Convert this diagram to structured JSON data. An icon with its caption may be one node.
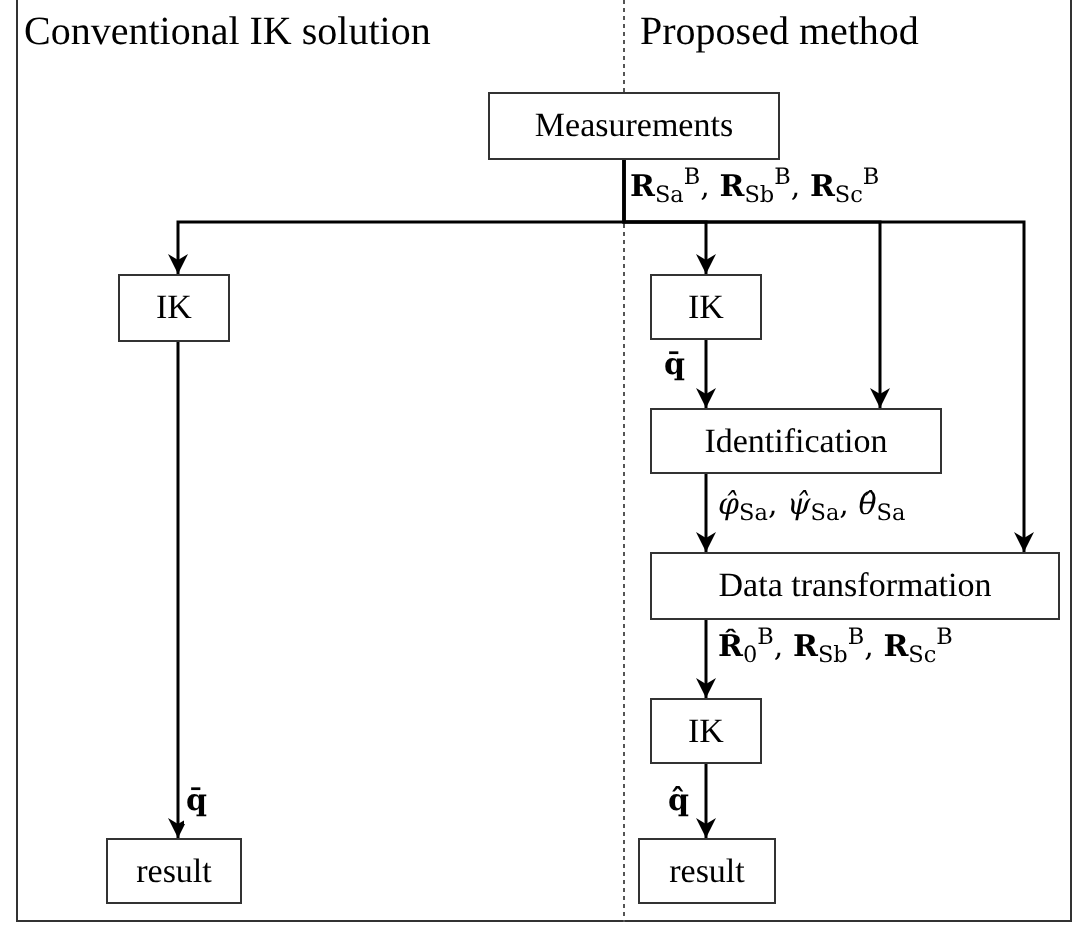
{
  "diagram": {
    "nodes": [
      {
        "text": [
          "Measurements"
        ]
      },
      {
        "text": [
          "IK"
        ]
      },
      {
        "text": [
          "result"
        ]
      },
      {
        "text": [
          "IK"
        ]
      },
      {
        "text": [
          "Identification"
        ]
      },
      {
        "text": [
          "Data transformation"
        ]
      },
      {
        "text": [
          "IK"
        ]
      },
      {
        "text": [
          "result"
        ]
      }
    ],
    "edges": [
      {
        "from": 0,
        "to": 1,
        "arrow": "to",
        "label": "**R**$_{Sa}$$^{B}$, **R**$_{Sb}$$^{B}$, **R**$_{Sc}$$^{B}$"
      },
      {
        "from": 0,
        "to": 3,
        "arrow": "to"
      },
      {
        "from": 0,
        "to": 4,
        "arrow": "to"
      },
      {
        "from": 0,
        "to": 5,
        "arrow": "to"
      },
      {
        "from": 1,
        "to": 2,
        "arrow": "to",
        "label": "**q̄**"
      },
      {
        "from": 3,
        "to": 4,
        "arrow": "to",
        "label": "**q̄**"
      },
      {
        "from": 4,
        "to": 5,
        "arrow": "to",
        "label": "*φ̂*$_{Sa}$, *ψ̂*$_{Sa}$, *θ̂*$_{Sa}$"
      },
      {
        "from": 5,
        "to": 6,
        "arrow": "to",
        "label": "**R̂**$_{0}$$^{B}$, **R**$_{Sb}$$^{B}$, **R**$_{Sc}$$^{B}$"
      },
      {
        "from": 6,
        "to": 7,
        "arrow": "to",
        "label": "**q̂**"
      }
    ],
    "labels": [
      "Conventional IK solution",
      "Proposed method"
    ]
  }
}
